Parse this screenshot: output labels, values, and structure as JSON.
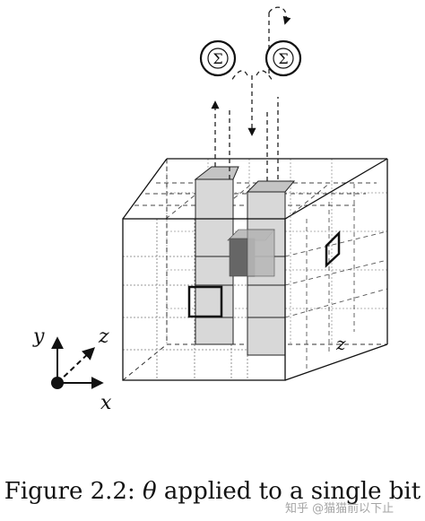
{
  "figure": {
    "sum_symbol": "Σ",
    "axis_y": "y",
    "axis_z": "z",
    "axis_x": "x",
    "cube_z_label": "z"
  },
  "caption": {
    "prefix": "Figure 2.2: ",
    "theta": "θ",
    "suffix": " applied to a single bit"
  },
  "watermark": "知乎 @猫猫前以下止"
}
